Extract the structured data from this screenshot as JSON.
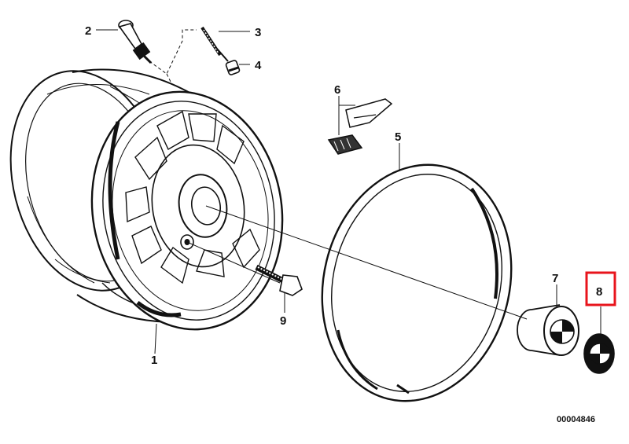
{
  "diagram": {
    "title": "Wheel assembly exploded view",
    "reference_code": "00004846",
    "highlight_color": "#e8141c",
    "line_color": "#111111",
    "callouts": [
      {
        "id": "1",
        "label": "1",
        "part": "wheel-rim"
      },
      {
        "id": "2",
        "label": "2",
        "part": "tire-valve"
      },
      {
        "id": "3",
        "label": "3",
        "part": "valve-insert"
      },
      {
        "id": "4",
        "label": "4",
        "part": "valve-cap"
      },
      {
        "id": "5",
        "label": "5",
        "part": "trim-ring"
      },
      {
        "id": "6",
        "label": "6",
        "part": "balance-weight-clip"
      },
      {
        "id": "7",
        "label": "7",
        "part": "hub-cap"
      },
      {
        "id": "8",
        "label": "8",
        "part": "emblem",
        "highlighted": true
      },
      {
        "id": "9",
        "label": "9",
        "part": "wheel-bolt"
      }
    ]
  }
}
